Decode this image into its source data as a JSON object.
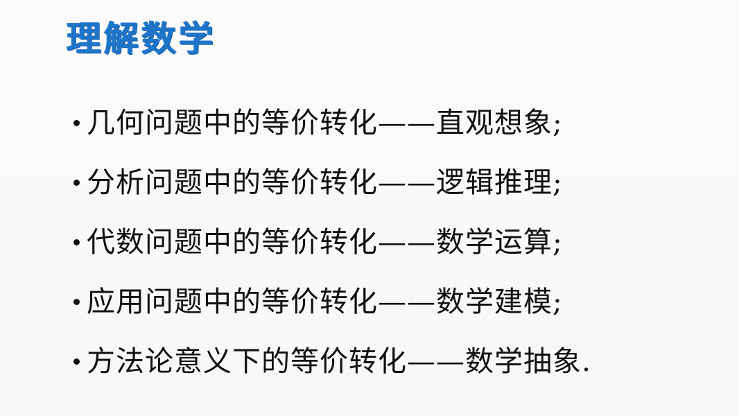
{
  "slide": {
    "title": "理解数学",
    "bullets": [
      {
        "text": "几何问题中的等价转化——直观想象;"
      },
      {
        "text": "分析问题中的等价转化——逻辑推理;"
      },
      {
        "text": "代数问题中的等价转化——数学运算;"
      },
      {
        "text": "应用问题中的等价转化——数学建模;"
      },
      {
        "text": "方法论意义下的等价转化——数学抽象."
      }
    ],
    "colors": {
      "title": "#1f74c8",
      "text": "#111111",
      "background": "#f9f9f9"
    }
  }
}
